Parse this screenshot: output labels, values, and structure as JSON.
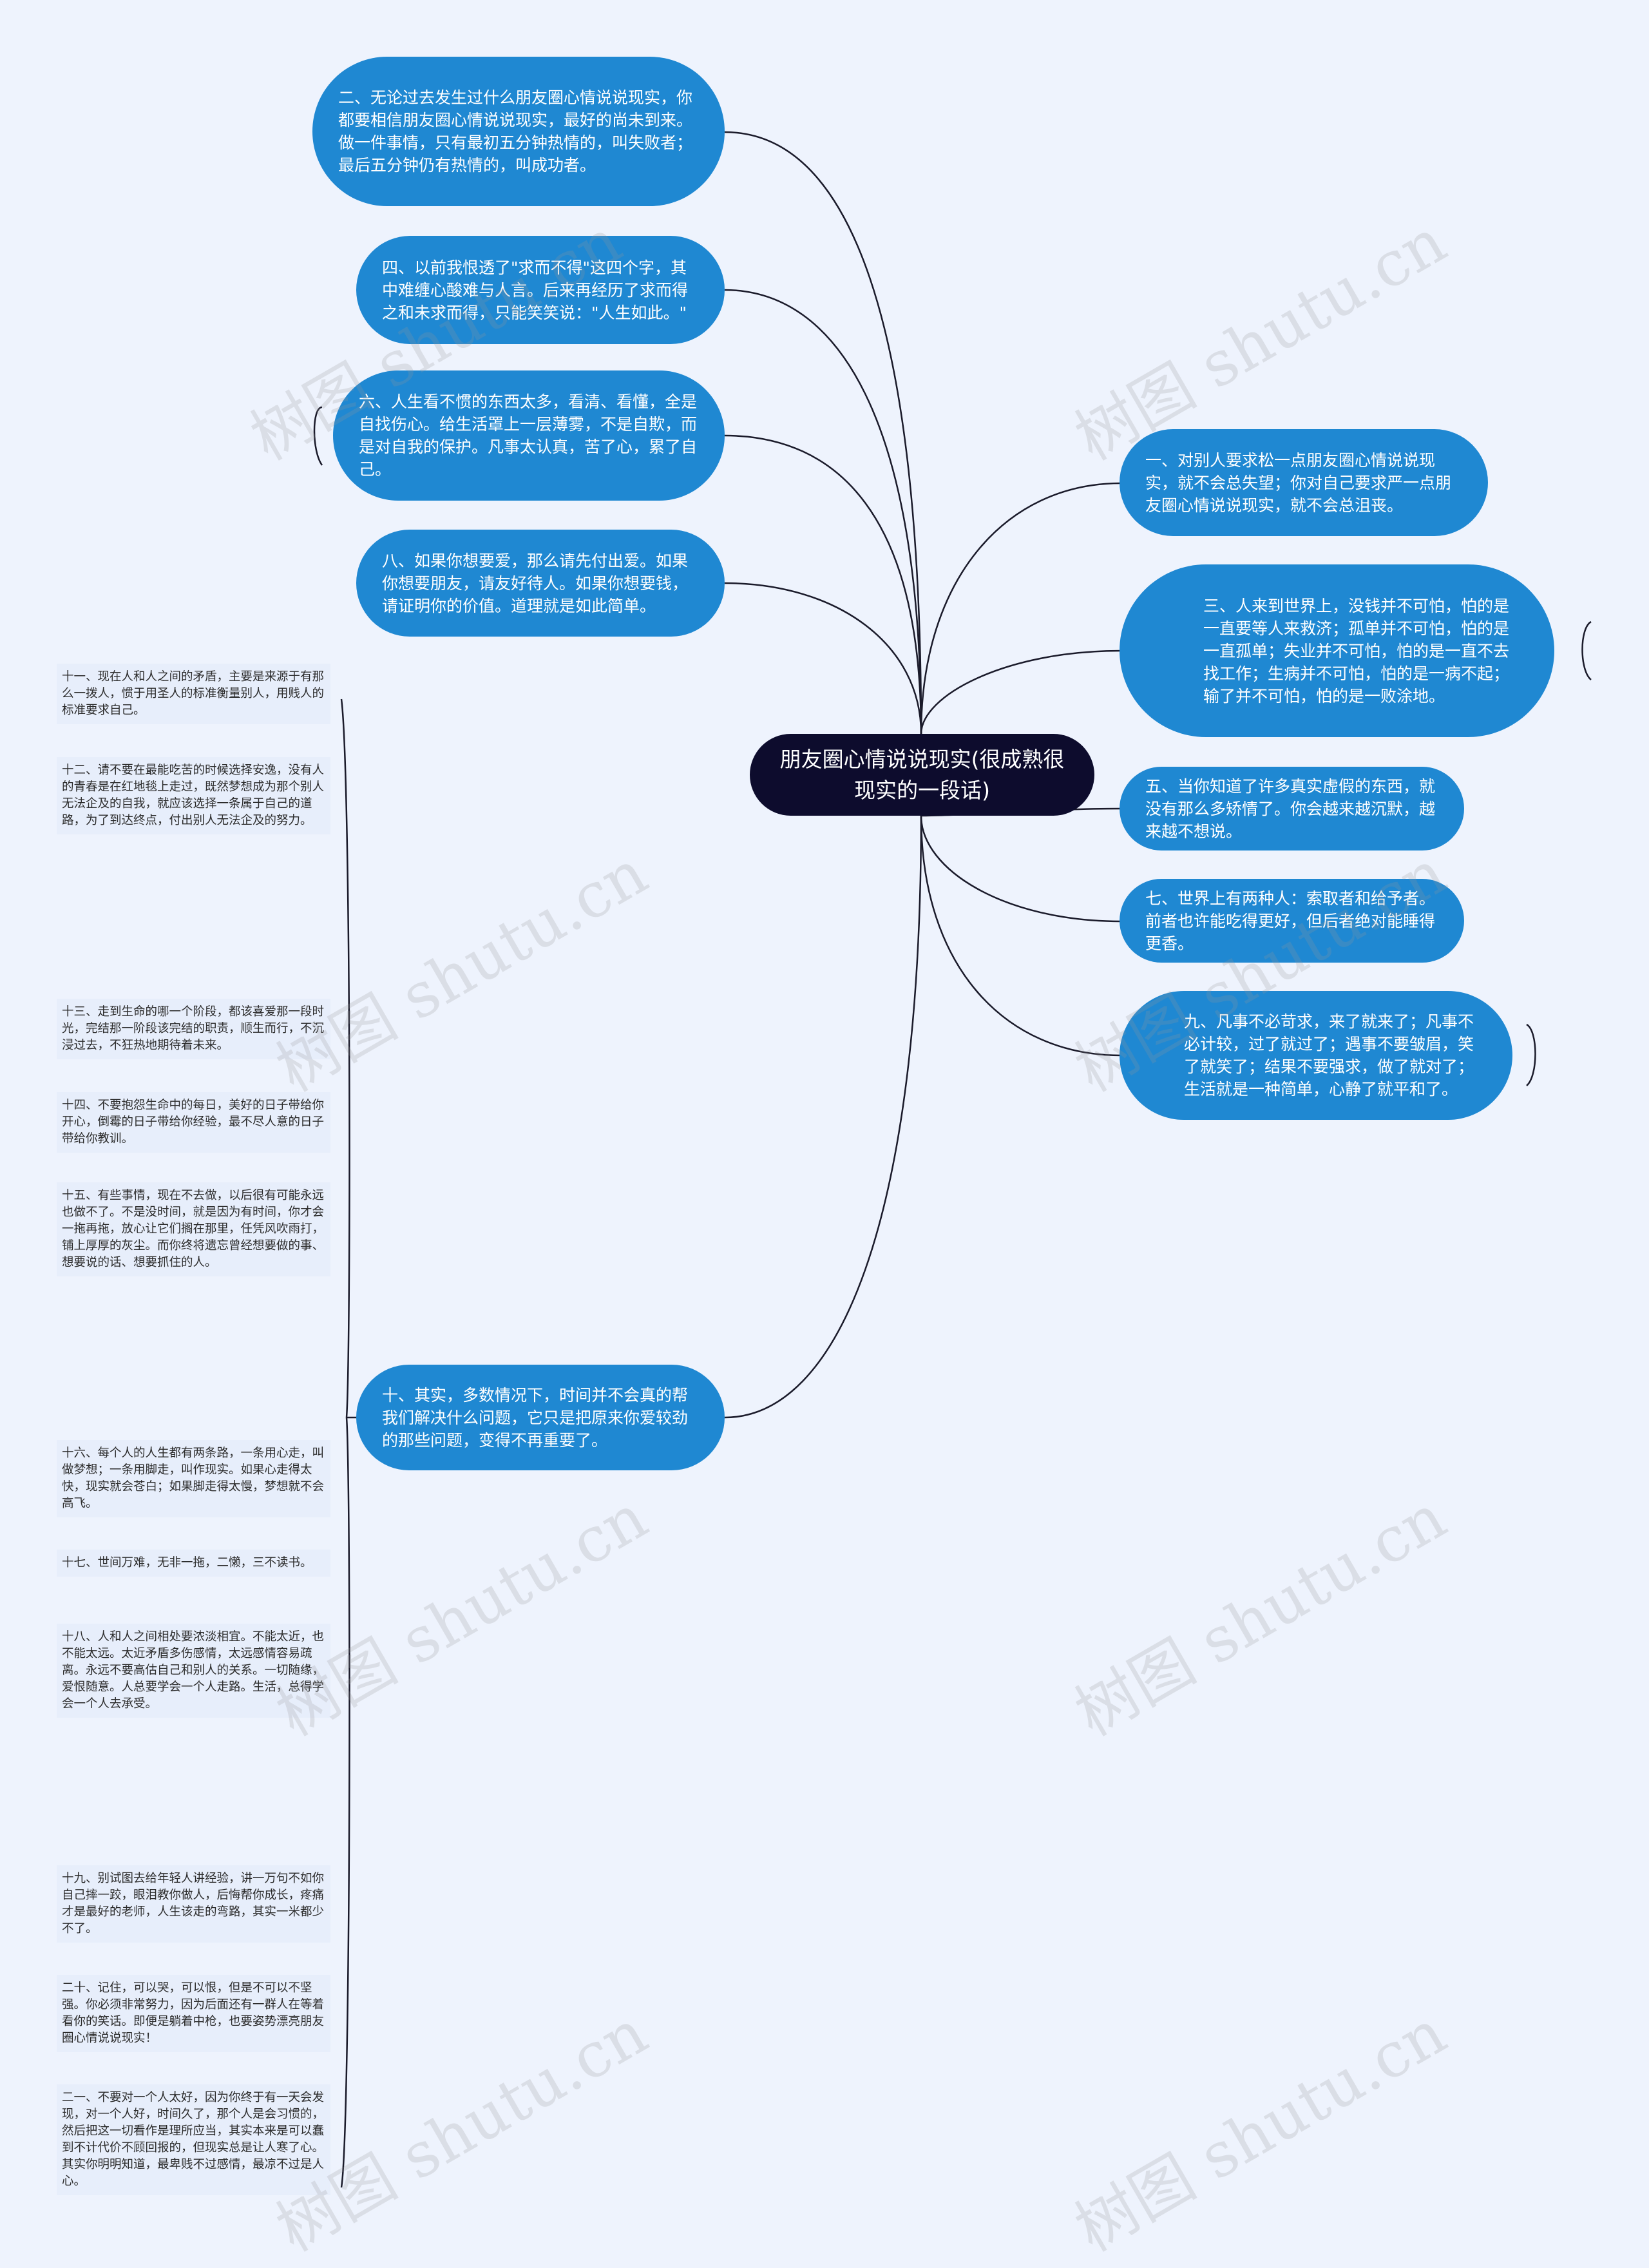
{
  "center": {
    "title": "朋友圈心情说说现实(很成熟很现实的一段话)"
  },
  "left_bubbles": [
    "二、无论过去发生过什么朋友圈心情说说现实，你都要相信朋友圈心情说说现实，最好的尚未到来。做一件事情，只有最初五分钟热情的，叫失败者；最后五分钟仍有热情的，叫成功者。",
    "四、以前我恨透了\"求而不得\"这四个字，其中难缠心酸难与人言。后来再经历了求而得之和未求而得，只能笑笑说：\"人生如此。\"",
    "六、人生看不惯的东西太多，看清、看懂，全是自找伤心。给生活罩上一层薄雾，不是自欺，而是对自我的保护。凡事太认真，苦了心，累了自己。",
    "八、如果你想要爱，那么请先付出爱。如果你想要朋友，请友好待人。如果你想要钱，请证明你的价值。道理就是如此简单。",
    "十、其实，多数情况下，时间并不会真的帮我们解决什么问题，它只是把原来你爱较劲的那些问题，变得不再重要了。"
  ],
  "right_bubbles": [
    "一、对别人要求松一点朋友圈心情说说现实，就不会总失望；你对自己要求严一点朋友圈心情说说现实，就不会总沮丧。",
    "三、人来到世界上，没钱并不可怕，怕的是一直要等人来救济；孤单并不可怕，怕的是一直孤单；失业并不可怕，怕的是一直不去找工作；生病并不可怕，怕的是一病不起；输了并不可怕，怕的是一败涂地。",
    "五、当你知道了许多真实虚假的东西，就没有那么多矫情了。你会越来越沉默，越来越不想说。",
    "七、世界上有两种人：索取者和给予者。前者也许能吃得更好，但后者绝对能睡得更香。",
    "九、凡事不必苛求，来了就来了；凡事不必计较，过了就过了；遇事不要皱眉，笑了就笑了；结果不要强求，做了就对了；生活就是一种简单，心静了就平和了。"
  ],
  "leaves": [
    "十一、现在人和人之间的矛盾，主要是来源于有那么一拨人，惯于用圣人的标准衡量别人，用贱人的标准要求自己。",
    "十二、请不要在最能吃苦的时候选择安逸，没有人的青春是在红地毯上走过，既然梦想成为那个别人无法企及的自我，就应该选择一条属于自己的道路，为了到达终点，付出别人无法企及的努力。",
    "十三、走到生命的哪一个阶段，都该喜爱那一段时光，完结那一阶段该完结的职责，顺生而行，不沉浸过去，不狂热地期待着未来。",
    "十四、不要抱怨生命中的每日，美好的日子带给你开心，倒霉的日子带给你经验，最不尽人意的日子带给你教训。",
    "十五、有些事情，现在不去做，以后很有可能永远也做不了。不是没时间，就是因为有时间，你才会一拖再拖，放心让它们搁在那里，任凭风吹雨打，铺上厚厚的灰尘。而你终将遗忘曾经想要做的事、想要说的话、想要抓住的人。",
    "十六、每个人的人生都有两条路，一条用心走，叫做梦想；一条用脚走，叫作现实。如果心走得太快，现实就会苍白；如果脚走得太慢，梦想就不会高飞。",
    "十七、世间万难，无非一拖，二懒，三不读书。",
    "十八、人和人之间相处要浓淡相宜。不能太近，也不能太远。太近矛盾多伤感情，太远感情容易疏离。永远不要高估自己和别人的关系。一切随缘，爱恨随意。人总要学会一个人走路。生活，总得学会一个人去承受。",
    "十九、别试图去给年轻人讲经验，讲一万句不如你自己摔一跤，眼泪教你做人，后悔帮你成长，疼痛才是最好的老师，人生该走的弯路，其实一米都少不了。",
    "二十、记住，可以哭，可以恨，但是不可以不坚强。你必须非常努力，因为后面还有一群人在等着看你的笑话。即便是躺着中枪，也要姿势漂亮朋友圈心情说说现实！",
    "二一、不要对一个人太好，因为你终于有一天会发现，对一个人好，时间久了，那个人是会习惯的，然后把这一切看作是理所应当，其实本来是可以蠢到不计代价不顾回报的，但现实总是让人寒了心。其实你明明知道，最卑贱不过感情，最凉不过是人心。"
  ],
  "watermark": "树图 shutu.cn",
  "colors": {
    "background": "#eef3fd",
    "center": "#0d0c2d",
    "bubble": "#1f88d2",
    "leaf": "#e7eefb",
    "line": "#1a1a2a"
  }
}
